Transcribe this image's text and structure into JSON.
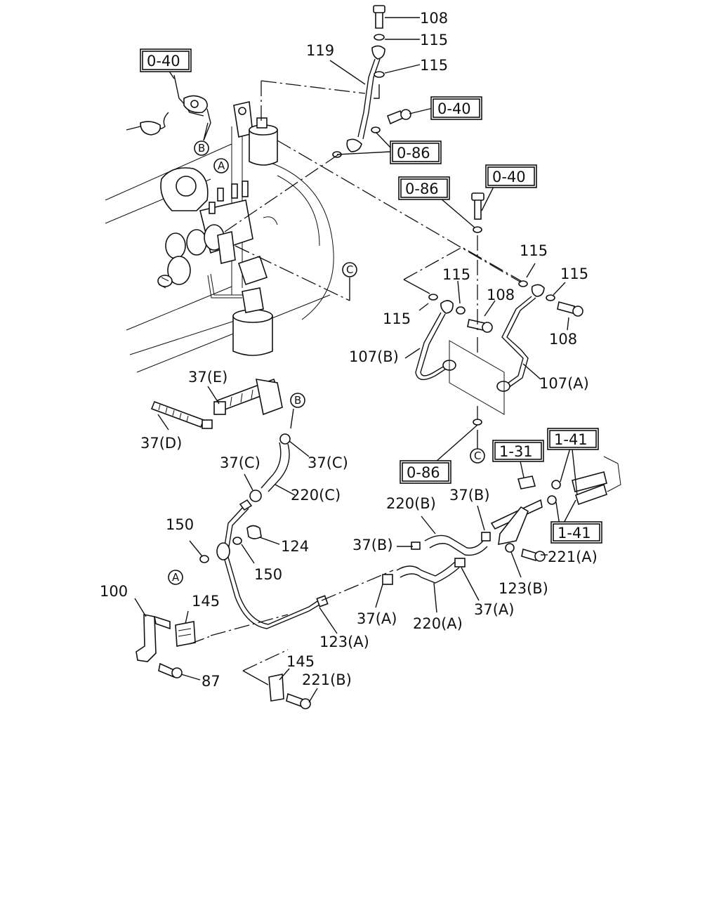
{
  "labels": {
    "l108a": "108",
    "l115a": "115",
    "l119": "119",
    "l115b": "115",
    "l115c": "115",
    "l115d": "115",
    "l115e": "115",
    "l115f": "115",
    "l108b": "108",
    "l108c": "108",
    "l107b": "107(B)",
    "l107a": "107(A)",
    "l37e": "37(E)",
    "l37d": "37(D)",
    "l37c1": "37(C)",
    "l37c2": "37(C)",
    "l220c": "220(C)",
    "l150a": "150",
    "l124": "124",
    "l150b": "150",
    "l220b": "220(B)",
    "l37b1": "37(B)",
    "l37b2": "37(B)",
    "l221a": "221(A)",
    "l123b": "123(B)",
    "l37a1": "37(A)",
    "l220a": "220(A)",
    "l37a2": "37(A)",
    "l100": "100",
    "l145a": "145",
    "l123a": "123(A)",
    "l87": "87",
    "l145b": "145",
    "l221b": "221(B)"
  },
  "refs": {
    "r040a": "0-40",
    "r040b": "0-40",
    "r086a": "0-86",
    "r086b": "0-86",
    "r040c": "0-40",
    "r086c": "0-86",
    "r131": "1-31",
    "r141a": "1-41",
    "r141b": "1-41"
  },
  "circles": {
    "cB1": "B",
    "cA1": "A",
    "cC1": "C",
    "cB2": "B",
    "cC2": "C",
    "cA2": "A"
  }
}
